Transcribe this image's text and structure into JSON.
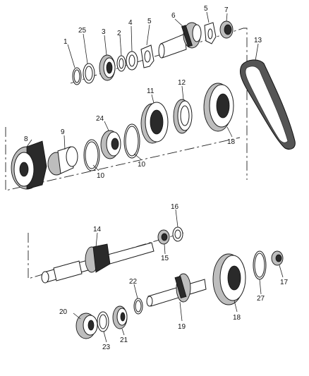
{
  "callouts": [
    {
      "id": "c1",
      "label": "1"
    },
    {
      "id": "c25",
      "label": "25"
    },
    {
      "id": "c3",
      "label": "3"
    },
    {
      "id": "c2",
      "label": "2"
    },
    {
      "id": "c4",
      "label": "4"
    },
    {
      "id": "c5a",
      "label": "5"
    },
    {
      "id": "c6",
      "label": "6"
    },
    {
      "id": "c5b",
      "label": "5"
    },
    {
      "id": "c7",
      "label": "7"
    },
    {
      "id": "c13",
      "label": "13"
    },
    {
      "id": "c11",
      "label": "11"
    },
    {
      "id": "c12",
      "label": "12"
    },
    {
      "id": "c24",
      "label": "24"
    },
    {
      "id": "c8",
      "label": "8"
    },
    {
      "id": "c9",
      "label": "9"
    },
    {
      "id": "c10a",
      "label": "10"
    },
    {
      "id": "c10b",
      "label": "10"
    },
    {
      "id": "c18a",
      "label": "18"
    },
    {
      "id": "c16",
      "label": "16"
    },
    {
      "id": "c14",
      "label": "14"
    },
    {
      "id": "c15",
      "label": "15"
    },
    {
      "id": "c22",
      "label": "22"
    },
    {
      "id": "c17",
      "label": "17"
    },
    {
      "id": "c27",
      "label": "27"
    },
    {
      "id": "c20",
      "label": "20"
    },
    {
      "id": "c19",
      "label": "19"
    },
    {
      "id": "c18b",
      "label": "18"
    },
    {
      "id": "c23",
      "label": "23"
    },
    {
      "id": "c21",
      "label": "21"
    }
  ]
}
